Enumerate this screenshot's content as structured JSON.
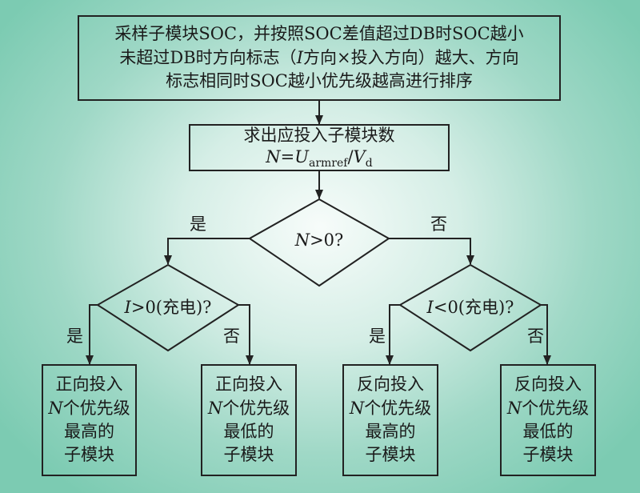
{
  "top_box": {
    "lines": [
      "采样子模块SOC，并按照SOC差值超过DB时SOC越小",
      "未超过DB时方向标志（",
      "方向×投入方向）越大、方向",
      "标志相同时SOC越小优先级越高进行排序"
    ],
    "i_var": "I"
  },
  "calc_box": {
    "line1": "求出应投入子模块数",
    "n_var": "N",
    "eq": "=",
    "u_var": "U",
    "u_sub": "armref",
    "slash": "/",
    "v_var": "V",
    "v_sub": "d"
  },
  "decision_main": {
    "var": "N",
    "text": ">0?"
  },
  "decision_left": {
    "var": "I",
    "text": ">0(充电)?"
  },
  "decision_right": {
    "var": "I",
    "text": "<0(充电)?"
  },
  "labels": {
    "yes": "是",
    "no": "否"
  },
  "results": [
    {
      "line1": "正向投入",
      "var": "N",
      "line2": "个优先级",
      "line3": "最高的",
      "line4": "子模块"
    },
    {
      "line1": "正向投入",
      "var": "N",
      "line2": "个优先级",
      "line3": "最低的",
      "line4": "子模块"
    },
    {
      "line1": "反向投入",
      "var": "N",
      "line2": "个优先级",
      "line3": "最高的",
      "line4": "子模块"
    },
    {
      "line1": "反向投入",
      "var": "N",
      "line2": "个优先级",
      "line3": "最低的",
      "line4": "子模块"
    }
  ]
}
